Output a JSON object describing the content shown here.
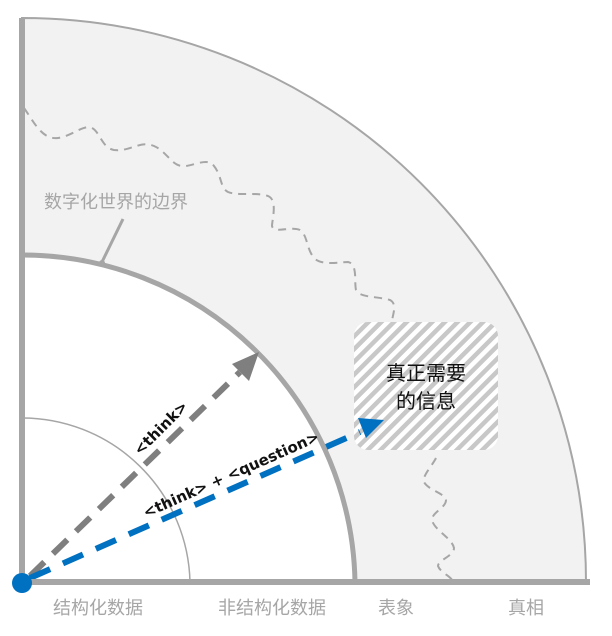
{
  "diagram": {
    "axis_labels": [
      {
        "id": "structured",
        "label": "结构化数据"
      },
      {
        "id": "unstructured",
        "label": "非结构化数据"
      },
      {
        "id": "appearance",
        "label": "表象"
      },
      {
        "id": "truth",
        "label": "真相"
      }
    ],
    "boundary_label": "数字化世界的边界",
    "target": {
      "line1": "真正需要",
      "line2": "的信息"
    },
    "arrows": [
      {
        "id": "think",
        "label": "<think>",
        "color": "#7f7f7f"
      },
      {
        "id": "think-question",
        "label": "<think> + <question>",
        "color": "#0070c0"
      }
    ],
    "colors": {
      "outer_fill": "#f2f2f2",
      "axis": "#a6a6a6",
      "origin_dot": "#0070c0",
      "arrow_gray": "#7f7f7f",
      "arrow_blue": "#0070c0"
    }
  }
}
